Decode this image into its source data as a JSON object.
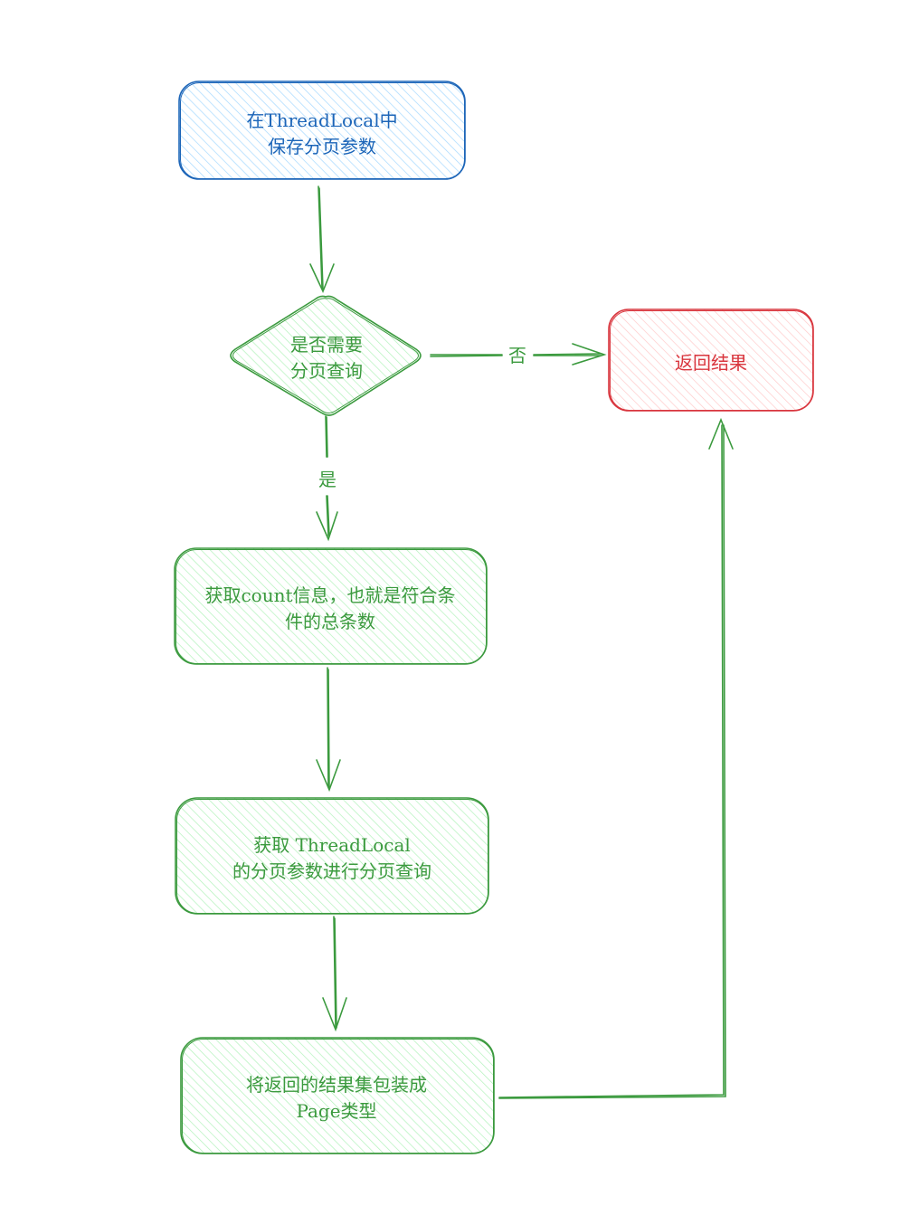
{
  "colors": {
    "blue": "#1c65b8",
    "blue_fill": "#a5d8ff",
    "green": "#3b9a3e",
    "green_fill": "#b2f2bb",
    "red": "#d9363e",
    "red_fill": "#ffc9c9"
  },
  "nodes": {
    "save_params": [
      "在ThreadLocal中",
      "保存分页参数"
    ],
    "need_paging": [
      "是否需要",
      "分页查询"
    ],
    "return_result": [
      "返回结果"
    ],
    "get_count": [
      "获取count信息，也就是符合条",
      "件的总条数"
    ],
    "do_paging": [
      "获取 ThreadLocal",
      "的分页参数进行分页查询"
    ],
    "wrap_page": [
      "将返回的结果集包装成",
      "Page类型"
    ]
  },
  "edges": {
    "no_label": "否",
    "yes_label": "是"
  }
}
